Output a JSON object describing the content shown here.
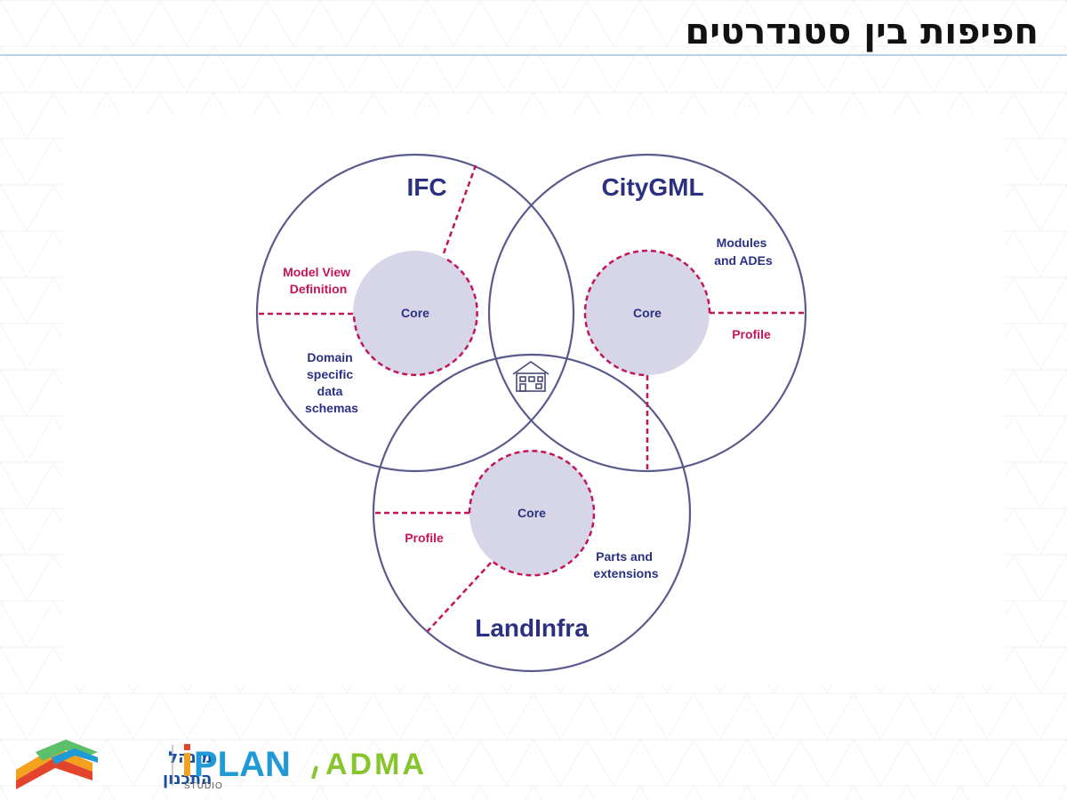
{
  "slide": {
    "title": "חפיפות בין סטנדרטים"
  },
  "diagram": {
    "standards": [
      {
        "id": "ifc",
        "name": "IFC",
        "core_label": "Core",
        "segment_labels": [
          {
            "text_lines": [
              "Model View",
              "Definition"
            ],
            "style": "pink"
          },
          {
            "text_lines": [
              "Domain",
              "specific",
              "data",
              "schemas"
            ],
            "style": "blue"
          }
        ]
      },
      {
        "id": "citygml",
        "name": "CityGML",
        "core_label": "Core",
        "segment_labels": [
          {
            "text_lines": [
              "Modules",
              "and ADEs"
            ],
            "style": "blue"
          },
          {
            "text_lines": [
              "Profile"
            ],
            "style": "pink"
          }
        ]
      },
      {
        "id": "landinfra",
        "name": "LandInfra",
        "core_label": "Core",
        "segment_labels": [
          {
            "text_lines": [
              "Profile"
            ],
            "style": "pink"
          },
          {
            "text_lines": [
              "Parts and",
              "extensions"
            ],
            "style": "blue"
          }
        ]
      }
    ],
    "center_icon": "building-icon",
    "colors": {
      "circle_outline": "#5a5a8c",
      "core_fill": "#d6d6e8",
      "dashed": "#c4145a",
      "text_blue": "#2c3080",
      "text_pink": "#c4145a"
    }
  },
  "footer": {
    "logo_manager_text_lines": [
      "מינהל",
      "התכנון"
    ],
    "logo_iplan_text": "PLAN",
    "logo_iplan_sub": "STUDIO",
    "logo_adma_text": "ADMA"
  }
}
